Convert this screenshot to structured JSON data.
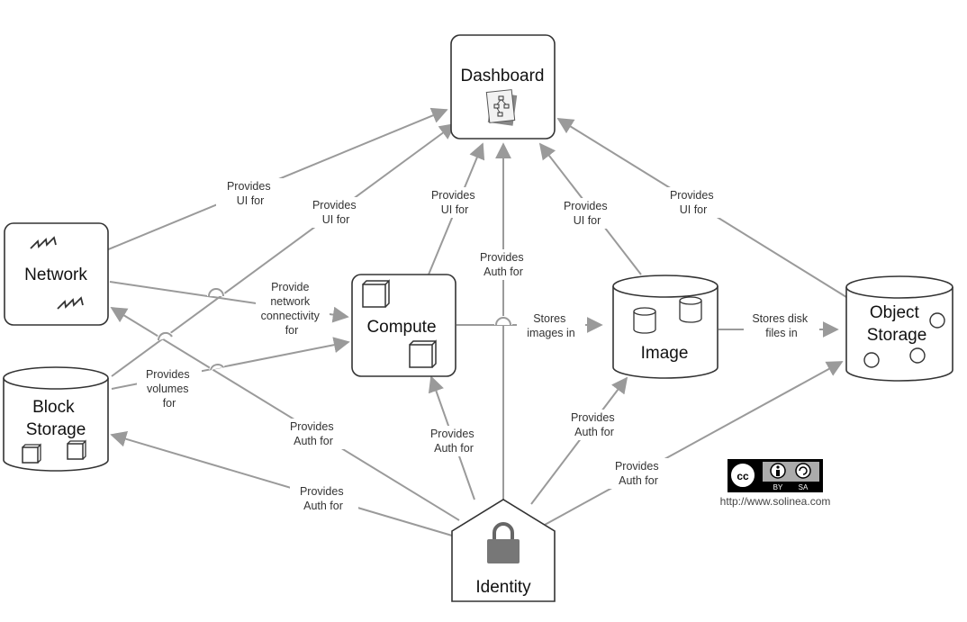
{
  "nodes": {
    "dashboard": "Dashboard",
    "network": "Network",
    "compute": "Compute",
    "image": "Image",
    "object_storage": [
      "Object",
      "Storage"
    ],
    "block_storage": [
      "Block",
      "Storage"
    ],
    "identity": "Identity"
  },
  "edges": {
    "network_dashboard": [
      "Provides",
      "UI for"
    ],
    "block_dashboard": [
      "Provides",
      "UI for"
    ],
    "compute_dashboard": [
      "Provides",
      "UI for"
    ],
    "identity_dashboard": [
      "Provides",
      "Auth for"
    ],
    "image_dashboard": [
      "Provides",
      "UI for"
    ],
    "object_dashboard": [
      "Provides",
      "UI for"
    ],
    "network_compute": [
      "Provide",
      "network",
      "connectivity",
      "for"
    ],
    "block_compute": [
      "Provides",
      "volumes",
      "for"
    ],
    "image_stores": [
      "Stores",
      "images in"
    ],
    "object_stores": [
      "Stores disk",
      "files in"
    ],
    "identity_network": [
      "Provides",
      "Auth for"
    ],
    "identity_compute": [
      "Provides",
      "Auth for"
    ],
    "identity_image": [
      "Provides",
      "Auth for"
    ],
    "identity_object": [
      "Provides",
      "Auth for"
    ],
    "identity_block": [
      "Provides",
      "Auth for"
    ]
  },
  "license": {
    "badge": [
      "BY",
      "SA"
    ],
    "url": "http://www.solinea.com"
  },
  "colors": {
    "edge": "#9a9a9a",
    "outline": "#333333"
  }
}
